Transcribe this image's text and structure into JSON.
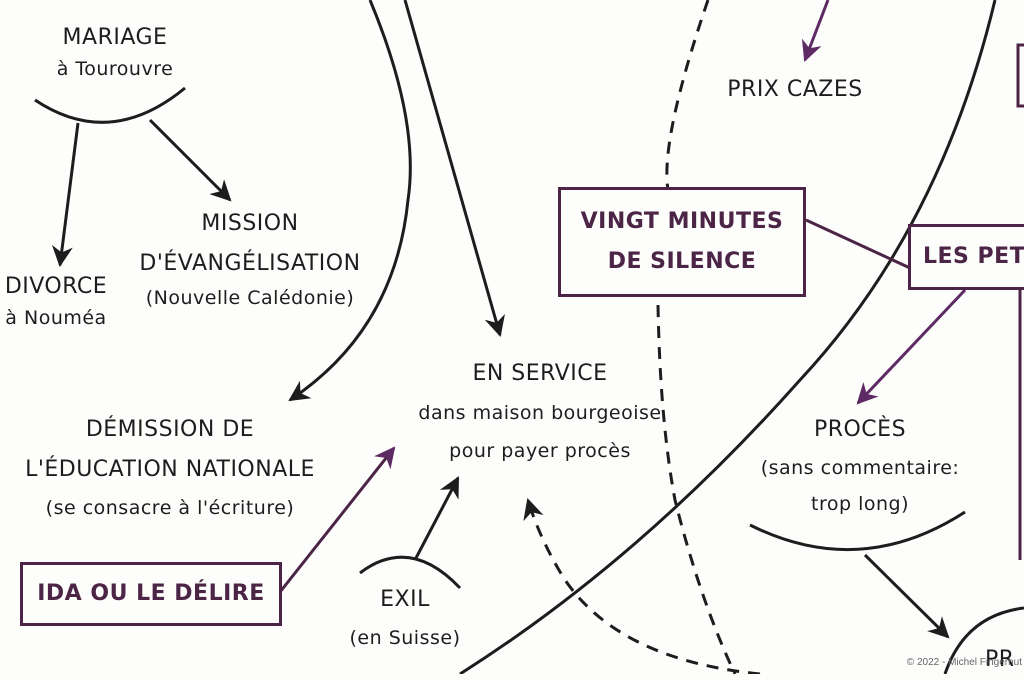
{
  "diagram": {
    "nodes": {
      "mariage": {
        "title": "MARIAGE",
        "subtitle": "à Tourouvre"
      },
      "divorce": {
        "title": "DIVORCE",
        "subtitle": "à Nouméa"
      },
      "mission": {
        "title1": "MISSION",
        "title2": "D'ÉVANGÉLISATION",
        "subtitle": "(Nouvelle Calédonie)"
      },
      "demission": {
        "title1": "DÉMISSION DE",
        "title2": "L'ÉDUCATION NATIONALE",
        "subtitle": "(se consacre à l'écriture)"
      },
      "en_service": {
        "title": "EN SERVICE",
        "line2": "dans maison bourgeoise",
        "line3": "pour payer procès"
      },
      "exil": {
        "title": "EXIL",
        "subtitle": "(en Suisse)"
      },
      "prix_cazes": {
        "title": "PRIX CAZES"
      },
      "proces": {
        "title": "PROCÈS",
        "line2": "(sans commentaire:",
        "line3": "trop long)"
      },
      "pr_partial": {
        "title": "PR"
      }
    },
    "works": {
      "vingt_minutes": {
        "line1": "VINGT MINUTES",
        "line2": "DE SILENCE"
      },
      "les_petits": {
        "line1": "LES PET"
      },
      "ida": {
        "line1": "IDA OU LE DÉLIRE"
      }
    },
    "colors": {
      "work_accent": "#4b2446",
      "arrow_purple": "#5e2a63",
      "ink": "#1d1d1d"
    }
  },
  "copyright": "© 2022 - Michel Fingerhut"
}
